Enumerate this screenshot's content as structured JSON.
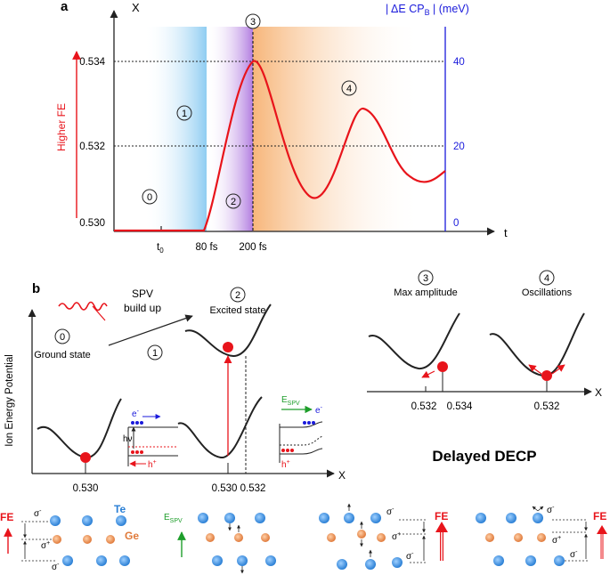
{
  "panel_a": {
    "label": "a",
    "x_axis_label": "X",
    "t_axis_label": "t",
    "right_axis_label_main": "| ΔE CP",
    "right_axis_label_sub": "B",
    "right_axis_label_tail": " | (meV)",
    "left_ticks": [
      "0.534",
      "0.532",
      "0.530"
    ],
    "right_ticks": [
      "40",
      "20",
      "0"
    ],
    "time_ticks": {
      "t0_main": "t",
      "t0_sub": "0",
      "t80": "80 fs",
      "t200": "200 fs"
    },
    "higher_fe": "Higher FE",
    "stages": [
      "0",
      "1",
      "2",
      "3",
      "4"
    ]
  },
  "panel_b": {
    "label": "b",
    "y_axis_label": "Ion Energy Potential",
    "x_axis_label": "X",
    "spv_line1": "SPV",
    "spv_line2": "build up",
    "ground_state": "Ground state",
    "excited_state": "Excited state",
    "max_amplitude": "Max amplitude",
    "oscillations": "Oscillations",
    "stage_labels": [
      "0",
      "1",
      "2",
      "3",
      "4"
    ],
    "ticks_left": [
      "0.530",
      "0.530",
      "0.532"
    ],
    "ticks_right": [
      "0.532",
      "0.534",
      "0.532"
    ],
    "hv": "hν",
    "electron": "e",
    "hole": "h",
    "espv_e": "E",
    "espv_sub": "SPV",
    "delayed_decp": "Delayed DECP"
  },
  "crystal": {
    "te": "Te",
    "ge": "Ge",
    "sigma_minus": "σ",
    "sigma_plus": "σ",
    "fe": "FE",
    "espv_e": "E",
    "espv_sub": "SPV"
  },
  "colors": {
    "red": "#e8141b",
    "blue": "#1a1adb",
    "green": "#1e9e2b",
    "te_blue": "#2a7fd5",
    "ge_orange": "#e07a3a"
  }
}
